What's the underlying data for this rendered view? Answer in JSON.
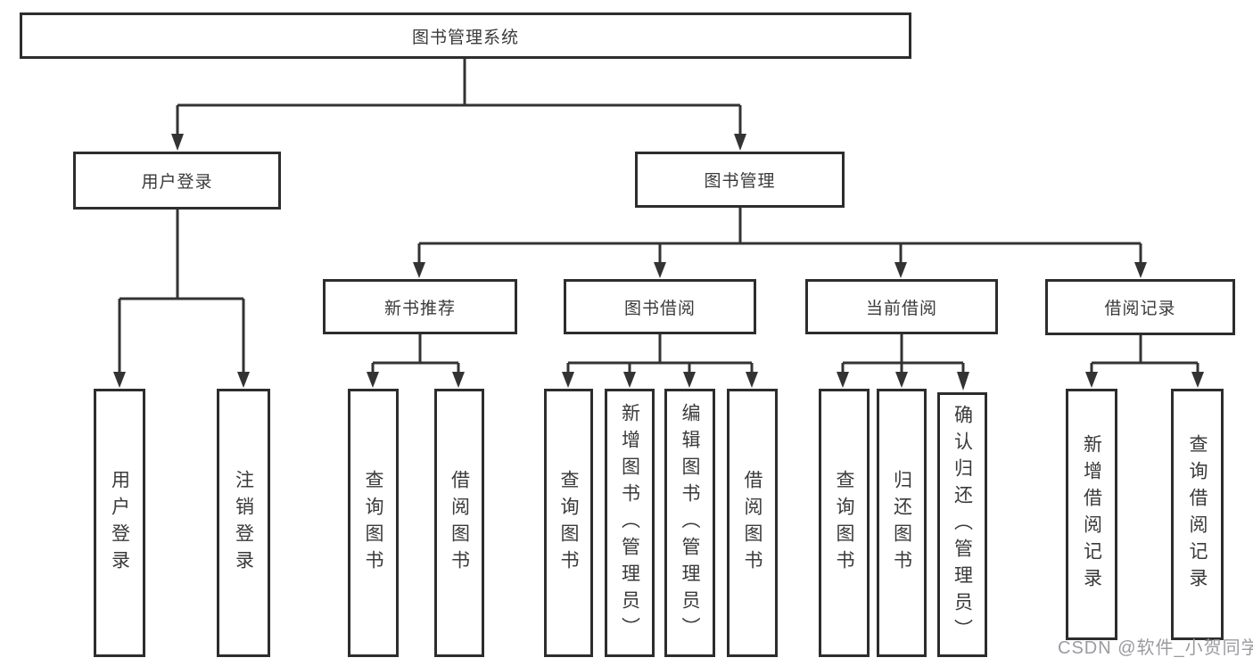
{
  "diagram": {
    "type": "hierarchy-tree",
    "line_color": "#333333",
    "box_border_color": "#2d2d2d",
    "text_color": "#3a3a3a",
    "background": "#ffffff",
    "root": {
      "label": "图书管理系统"
    },
    "level2": [
      {
        "label": "用户登录",
        "parent": "图书管理系统"
      },
      {
        "label": "图书管理",
        "parent": "图书管理系统"
      }
    ],
    "level3": [
      {
        "label": "新书推荐",
        "parent": "图书管理"
      },
      {
        "label": "图书借阅",
        "parent": "图书管理"
      },
      {
        "label": "当前借阅",
        "parent": "图书管理"
      },
      {
        "label": "借阅记录",
        "parent": "图书管理"
      }
    ],
    "leaves": [
      {
        "label": "用户登录",
        "parent": "用户登录"
      },
      {
        "label": "注销登录",
        "parent": "用户登录"
      },
      {
        "label": "查询图书",
        "parent": "新书推荐"
      },
      {
        "label": "借阅图书",
        "parent": "新书推荐"
      },
      {
        "label": "查询图书",
        "parent": "图书借阅"
      },
      {
        "label": "新增图书（管理员）",
        "parent": "图书借阅"
      },
      {
        "label": "编辑图书（管理员）",
        "parent": "图书借阅"
      },
      {
        "label": "借阅图书",
        "parent": "图书借阅"
      },
      {
        "label": "查询图书",
        "parent": "当前借阅"
      },
      {
        "label": "归还图书",
        "parent": "当前借阅"
      },
      {
        "label": "确认归还（管理员）",
        "parent": "当前借阅"
      },
      {
        "label": "新增借阅记录",
        "parent": "借阅记录"
      },
      {
        "label": "查询借阅记录",
        "parent": "借阅记录"
      }
    ]
  },
  "watermark": {
    "text": "CSDN @软件_小贺同学",
    "color": "#9b9ba0"
  }
}
